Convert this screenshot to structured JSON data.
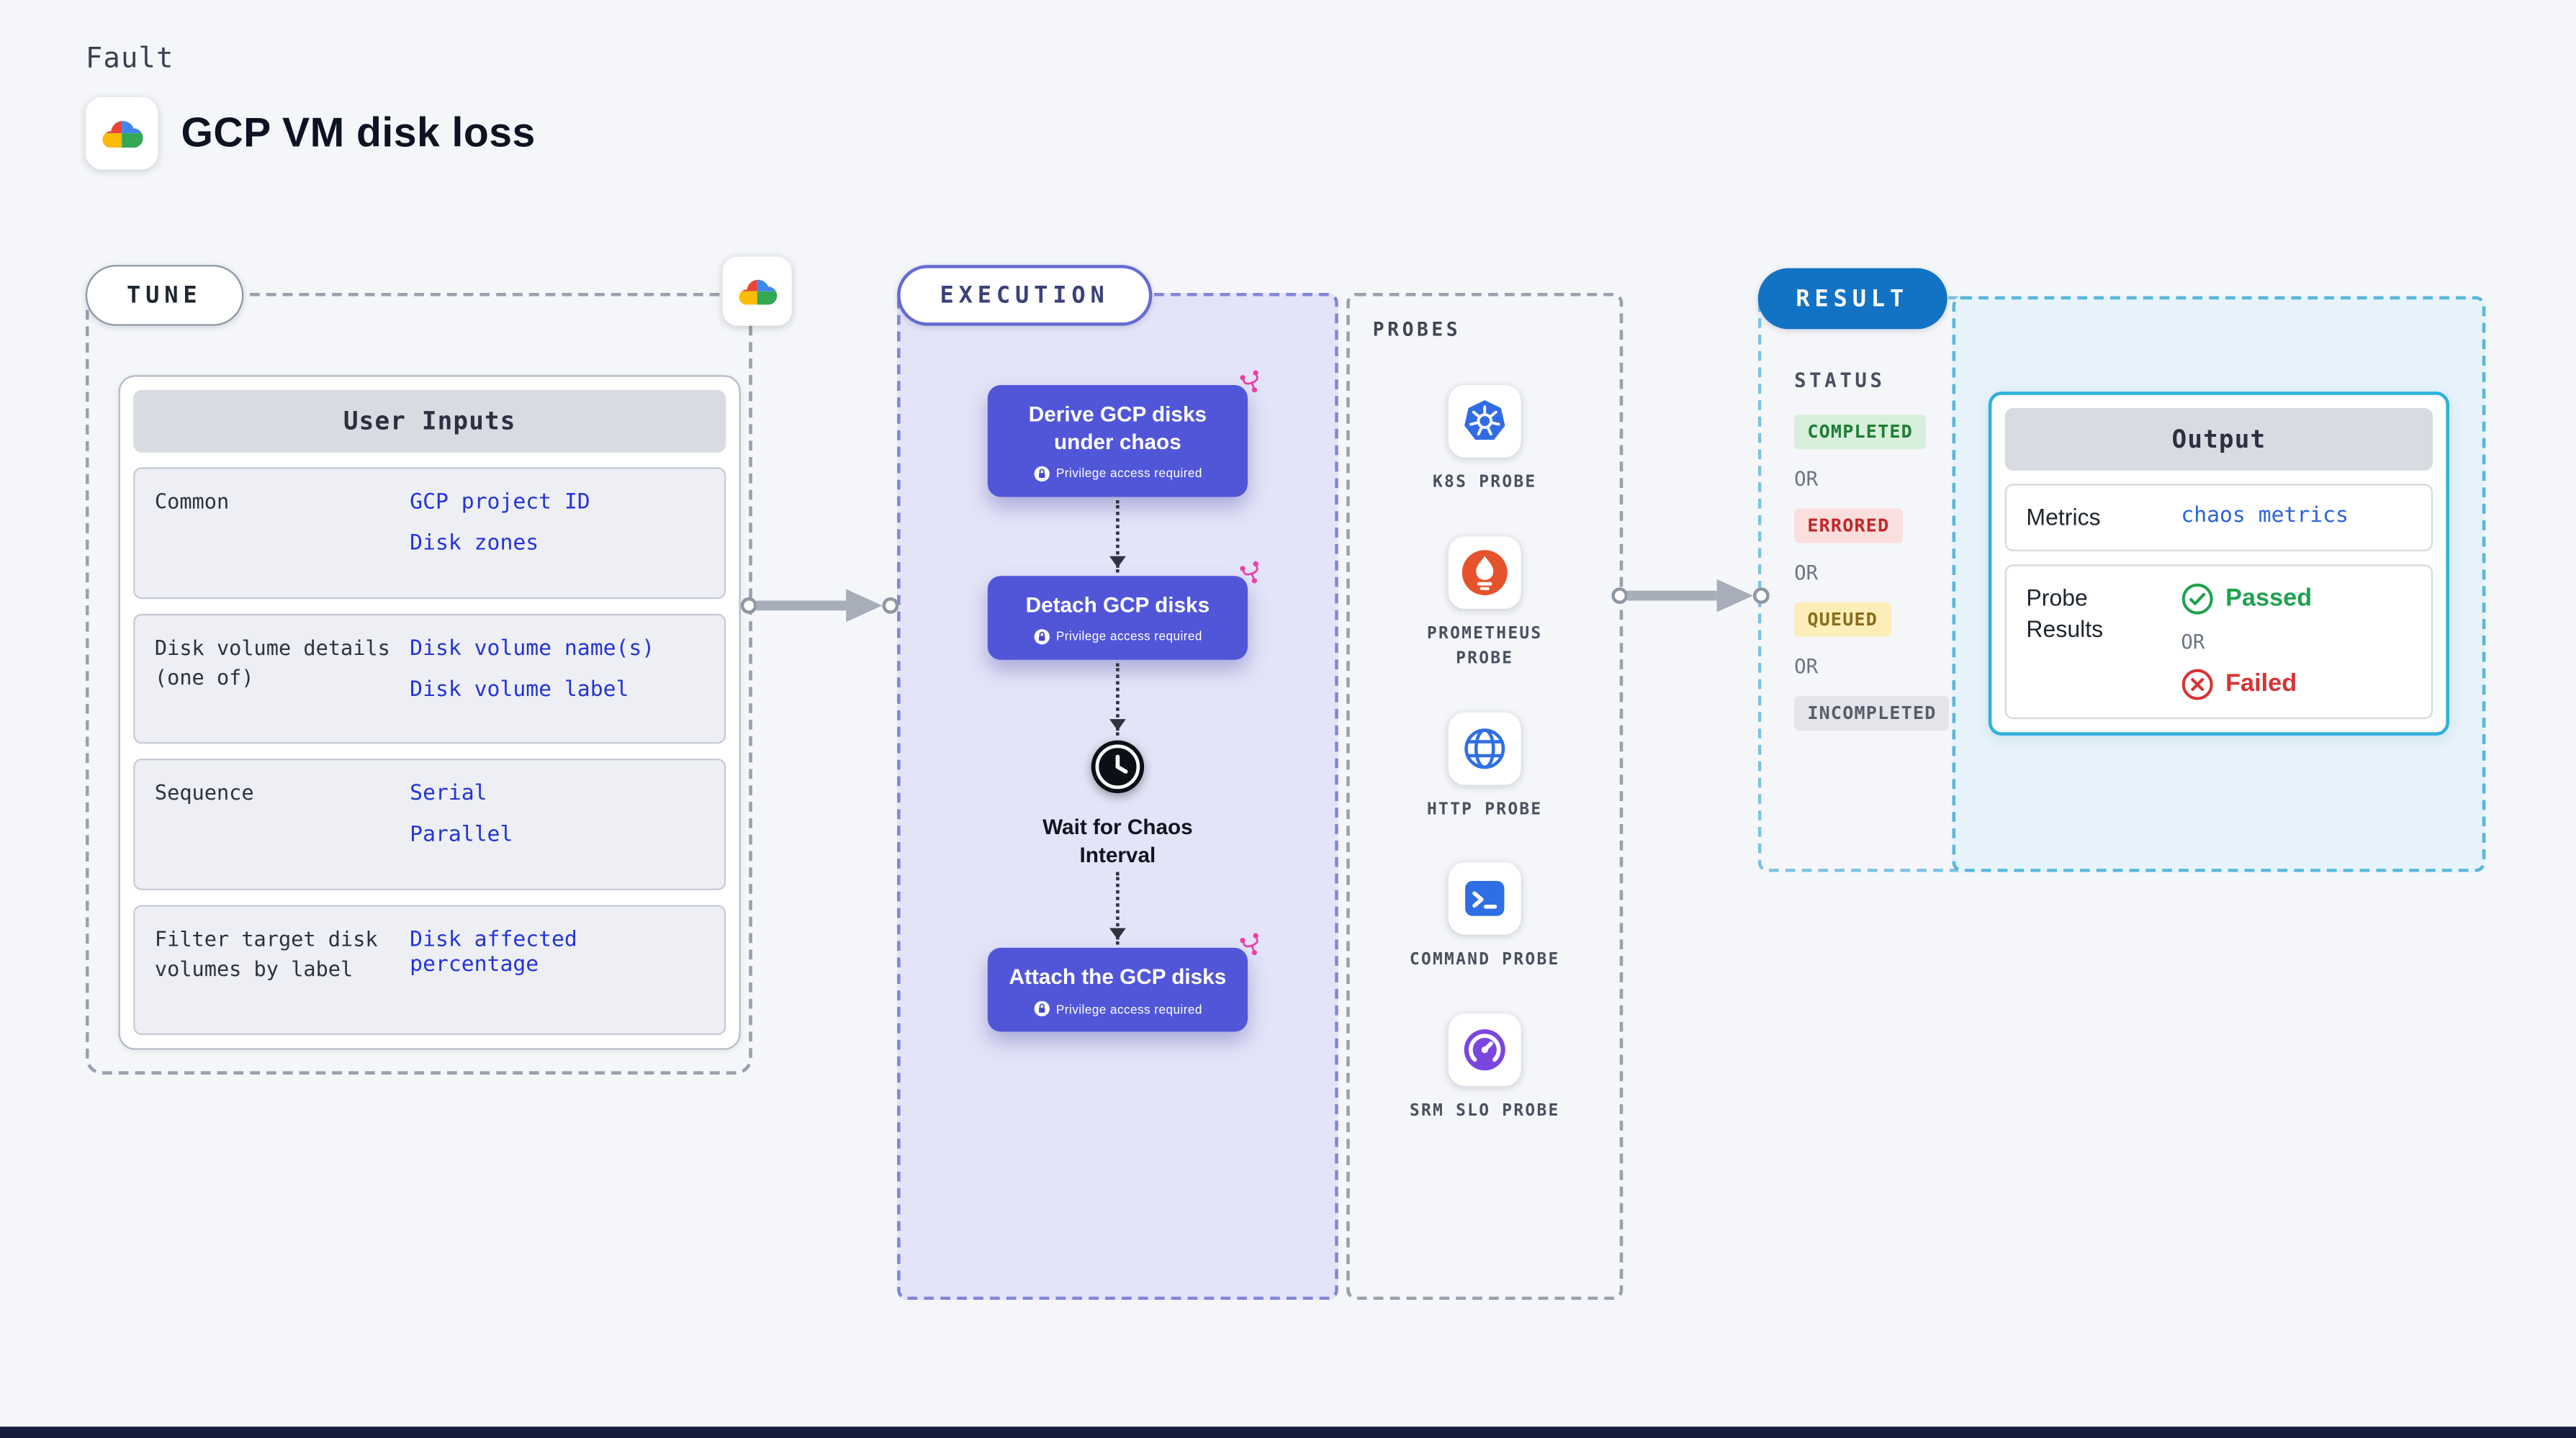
{
  "page": {
    "kicker": "Fault",
    "title": "GCP VM disk loss"
  },
  "colors": {
    "node_purple": "#5156d8",
    "execution_panel_bg": "#e4e4f8",
    "result_pill_blue": "#1273c4",
    "input_value_blue": "#2434d6",
    "output_accent_cyan": "#2cb1de",
    "passed_green": "#1ea24e",
    "failed_red": "#d63434",
    "fork_pink": "#ec3fa6"
  },
  "tune": {
    "label": "TUNE",
    "card_title": "User Inputs",
    "rows": [
      {
        "label": "Common",
        "values": [
          "GCP project ID",
          "Disk zones"
        ]
      },
      {
        "label": "Disk volume details (one of)",
        "values": [
          "Disk volume name(s)",
          "Disk volume label"
        ]
      },
      {
        "label": "Sequence",
        "values": [
          "Serial",
          "Parallel"
        ]
      },
      {
        "label": "Filter target disk volumes by label",
        "values": [
          "Disk affected percentage"
        ]
      }
    ]
  },
  "execution": {
    "label": "EXECUTION",
    "privilege_badge": "Privilege access required",
    "steps": [
      {
        "title": "Derive GCP disks under chaos"
      },
      {
        "title": "Detach GCP disks"
      },
      {
        "title": "Wait for Chaos Interval"
      },
      {
        "title": "Attach the GCP disks"
      }
    ]
  },
  "probes": {
    "label": "PROBES",
    "items": [
      {
        "name": "K8S PROBE",
        "icon": "kubernetes-icon"
      },
      {
        "name": "PROMETHEUS PROBE",
        "icon": "prometheus-icon"
      },
      {
        "name": "HTTP PROBE",
        "icon": "globe-icon"
      },
      {
        "name": "COMMAND PROBE",
        "icon": "terminal-icon"
      },
      {
        "name": "SRM SLO PROBE",
        "icon": "slo-gauge-icon"
      }
    ]
  },
  "result": {
    "label": "RESULT",
    "status_title": "STATUS",
    "or_label": "OR",
    "statuses": [
      {
        "label": "COMPLETED",
        "text_color": "#1e7e34",
        "bg_color": "#d8efdc"
      },
      {
        "label": "ERRORED",
        "text_color": "#c12727",
        "bg_color": "#fbdede"
      },
      {
        "label": "QUEUED",
        "text_color": "#8a6d1a",
        "bg_color": "#fcedb9"
      },
      {
        "label": "INCOMPLETED",
        "text_color": "#565d6b",
        "bg_color": "#e3e5ea"
      }
    ],
    "output": {
      "title": "Output",
      "metrics_label": "Metrics",
      "metrics_value": "chaos metrics",
      "probe_results_label": "Probe Results",
      "passed_label": "Passed",
      "failed_label": "Failed",
      "or_label": "OR"
    }
  }
}
